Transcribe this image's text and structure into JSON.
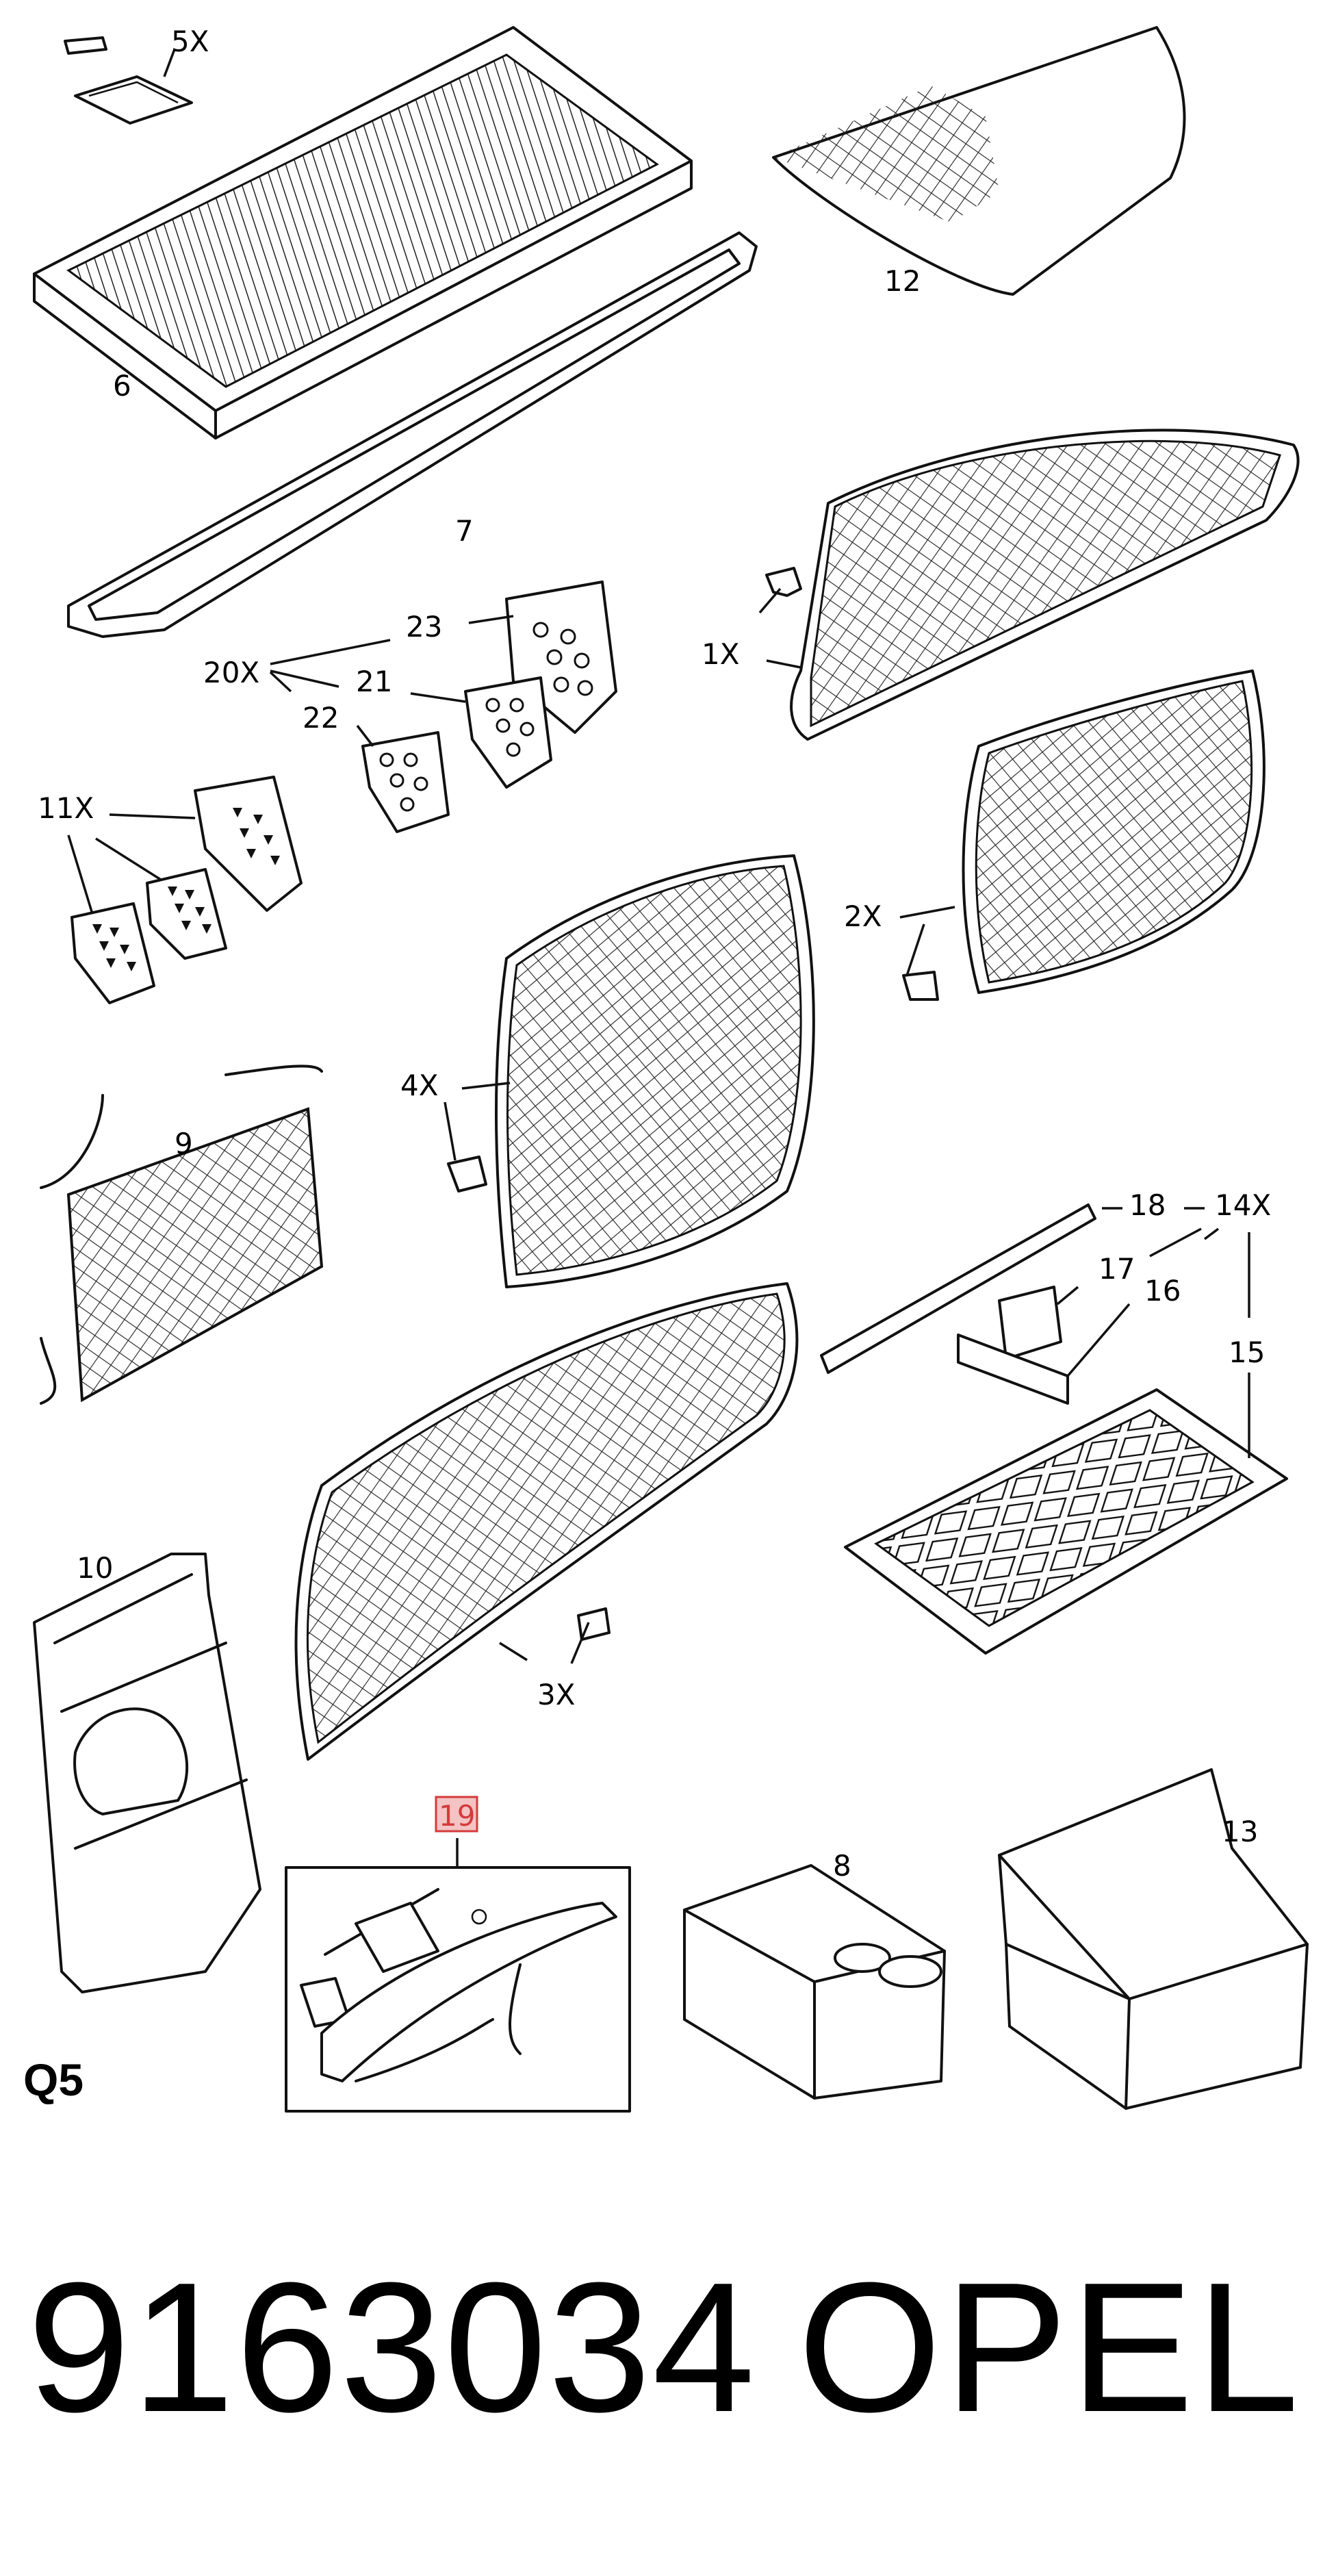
{
  "diagram": {
    "callouts": [
      {
        "id": "5X",
        "text": "5X"
      },
      {
        "id": "6",
        "text": "6"
      },
      {
        "id": "12",
        "text": "12"
      },
      {
        "id": "7",
        "text": "7"
      },
      {
        "id": "1X",
        "text": "1X"
      },
      {
        "id": "23",
        "text": "23"
      },
      {
        "id": "20X",
        "text": "20X"
      },
      {
        "id": "21",
        "text": "21"
      },
      {
        "id": "22",
        "text": "22"
      },
      {
        "id": "11X",
        "text": "11X"
      },
      {
        "id": "2X",
        "text": "2X"
      },
      {
        "id": "4X",
        "text": "4X"
      },
      {
        "id": "9",
        "text": "9"
      },
      {
        "id": "18",
        "text": "18"
      },
      {
        "id": "14X",
        "text": "14X"
      },
      {
        "id": "17",
        "text": "17"
      },
      {
        "id": "16",
        "text": "16"
      },
      {
        "id": "15",
        "text": "15"
      },
      {
        "id": "10",
        "text": "10"
      },
      {
        "id": "3X",
        "text": "3X"
      },
      {
        "id": "19",
        "text": "19"
      },
      {
        "id": "8",
        "text": "8"
      },
      {
        "id": "13",
        "text": "13"
      }
    ],
    "highlighted_callout": "19",
    "highlight_color": "#d43b3b",
    "section_label": "Q5"
  },
  "footer": {
    "part_number": "9163034",
    "brand": "OPEL"
  }
}
